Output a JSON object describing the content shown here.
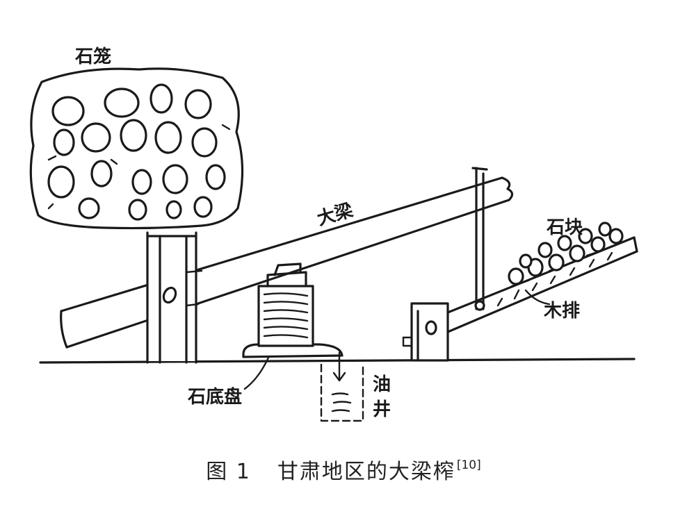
{
  "labels": {
    "stone_cage": "石笼",
    "main_beam": "大梁",
    "stone_blocks": "石块",
    "wood_raft": "木排",
    "stone_base_plate": "石底盘",
    "oil_well_top": "油",
    "oil_well_bottom": "井"
  },
  "caption": {
    "figure_number": "图 1",
    "title": "甘肃地区的大梁榨",
    "reference": "[10]"
  }
}
